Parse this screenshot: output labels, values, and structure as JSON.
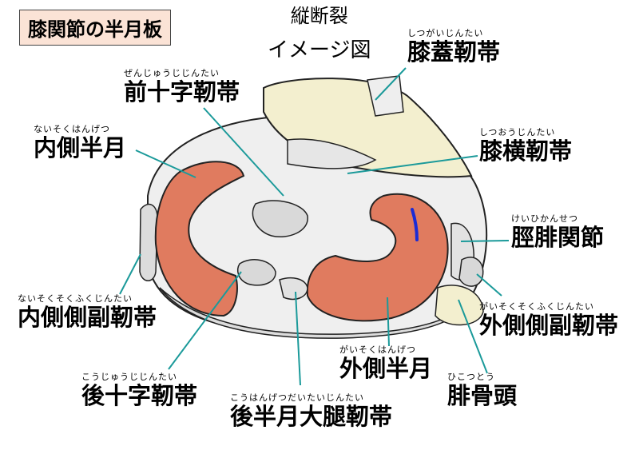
{
  "title": "膝関節の半月板",
  "subtitle": {
    "line1": "縦断裂",
    "line2": "イメージ図"
  },
  "labels": {
    "patellar_ligament": {
      "ruby": "しつがいじんたい",
      "text": "膝蓋靭帯"
    },
    "acl": {
      "ruby": "ぜんじゅうじじんたい",
      "text": "前十字靭帯"
    },
    "medial_meniscus": {
      "ruby": "ないそくはんげつ",
      "text": "内側半月"
    },
    "transverse_ligament": {
      "ruby": "しつおうじんたい",
      "text": "膝横靭帯"
    },
    "tibiofibular_joint": {
      "ruby": "けいひかんせつ",
      "text": "脛腓関節"
    },
    "mcl": {
      "ruby": "ないそくそくふくじんたい",
      "text": "内側側副靭帯"
    },
    "lcl": {
      "ruby": "がいそくそくふくじんたい",
      "text": "外側側副靭帯"
    },
    "lateral_meniscus": {
      "ruby": "がいそくはんげつ",
      "text": "外側半月"
    },
    "pcl": {
      "ruby": "こうじゅうじじんたい",
      "text": "後十字靭帯"
    },
    "fibular_head": {
      "ruby": "ひこつとう",
      "text": "腓骨頭"
    },
    "meniscofemoral_ligament": {
      "ruby": "こうはんげつだいたいじんたい",
      "text": "後半月大腿靭帯"
    }
  },
  "colors": {
    "meniscus": "#e07b5f",
    "ligament": "#f3efcf",
    "bone": "#e6e6e6",
    "leader": "#1b9a9a",
    "tear": "#1a2bd6",
    "title_bg": "#fbe3d6"
  }
}
